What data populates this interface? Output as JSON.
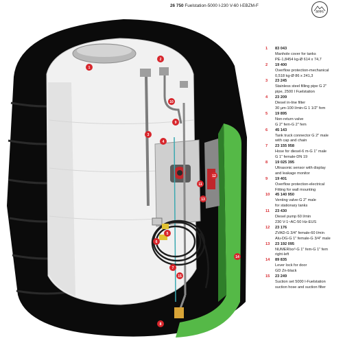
{
  "header": {
    "code": "26 750",
    "title": "Fuelstation-5000 l-230 V-60 l-EBZM-F",
    "brand": "ares"
  },
  "colors": {
    "accent": "#d7262c",
    "tank_body": "#0b0b0b",
    "door_green": "#55b947",
    "inner_tank": "#f1f1f1"
  },
  "callouts": [
    "1",
    "2",
    "3",
    "4",
    "5",
    "6",
    "7",
    "8",
    "9",
    "10",
    "11",
    "12",
    "13",
    "14",
    "15"
  ],
  "legend": [
    {
      "num": "1",
      "code": "83 043",
      "lines": [
        "Manhole cover for tanks",
        "PE-1,8454 kg-Ø 614 x 74,7"
      ]
    },
    {
      "num": "2",
      "code": "19 400",
      "lines": [
        "Overflow protection-mechanical",
        "0,518 kg-Ø 86 x 241,3"
      ]
    },
    {
      "num": "3",
      "code": "23 245",
      "lines": [
        "Stainless steel filling pipe G 2\"",
        "pipe, 2500 l Fuelstation"
      ]
    },
    {
      "num": "4",
      "code": "23 209",
      "lines": [
        "Diesel in-line filter",
        "30 µm-100 l/min-G 1 1/2\" fem"
      ]
    },
    {
      "num": "5",
      "code": "19 895",
      "lines": [
        "Non-return valve",
        "G 2\" fem-G 2\" fem"
      ]
    },
    {
      "num": "6",
      "code": "45 143",
      "lines": [
        "Tank truck connector G 2\" male",
        "with cap and chain"
      ]
    },
    {
      "num": "7",
      "code": "23 155 958",
      "lines": [
        "Hose for diesel-6 m-G 1\" male",
        "G 1\" female-DN 19"
      ]
    },
    {
      "num": "8",
      "code": "19 025 395",
      "lines": [
        "Ultrasonic sensor with display",
        "and leakage monitor"
      ]
    },
    {
      "num": "9",
      "code": "19 401",
      "lines": [
        "Overflow protection-electrical",
        "Fitting for wall mounting"
      ]
    },
    {
      "num": "10",
      "code": "45 140 950",
      "lines": [
        "Venting valve-G 2\" male",
        "for stationary tanks"
      ]
    },
    {
      "num": "11",
      "code": "23 430",
      "lines": [
        "Diesel pump 60 l/min",
        "230 V-1~AC-50 Hz-EUS"
      ]
    },
    {
      "num": "12",
      "code": "23 176",
      "lines": [
        "ZVAD-G 3/4\" female-60 l/min",
        "Alu-DG-G 1\" female-G 3/4\" male"
      ]
    },
    {
      "num": "13",
      "code": "23 192 095",
      "lines": [
        "NUMERIxx³-G 1\" fem-G 1\" fem",
        "right-left"
      ]
    },
    {
      "num": "14",
      "code": "89 835",
      "lines": [
        "Lever lock for door",
        "GD Zn-black"
      ]
    },
    {
      "num": "15",
      "code": "23 249",
      "lines": [
        "Suction set 5000 l-Fuelstation",
        "suction hose and suction filter"
      ]
    }
  ]
}
